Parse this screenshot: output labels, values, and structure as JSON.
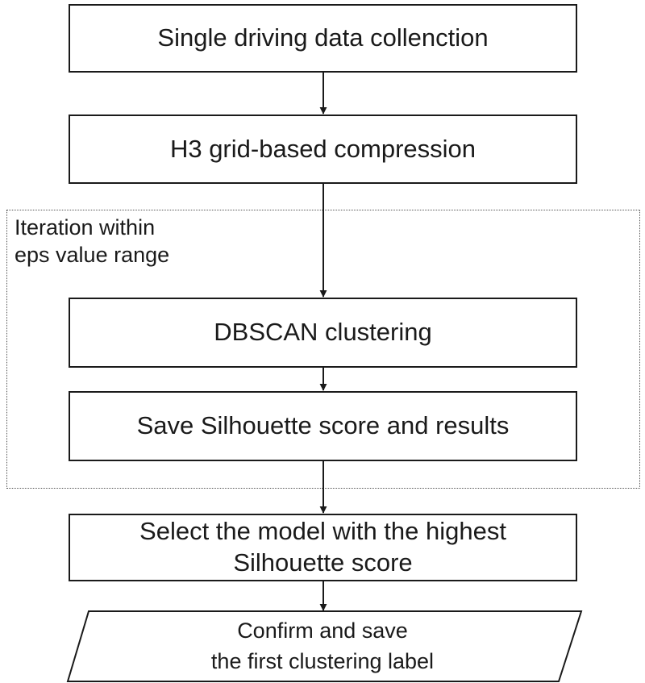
{
  "diagram": {
    "steps": {
      "collection": "Single driving data collenction",
      "compression": "H3 grid-based compression",
      "dbscan": "DBSCAN clustering",
      "save_score": "Save Silhouette score and results",
      "select_model": [
        "Select the model with the highest",
        "Silhouette score"
      ],
      "confirm_label": [
        "Confirm and save",
        "the first clustering label"
      ]
    },
    "iteration_group": {
      "label": [
        "Iteration within",
        "eps value range"
      ]
    }
  }
}
